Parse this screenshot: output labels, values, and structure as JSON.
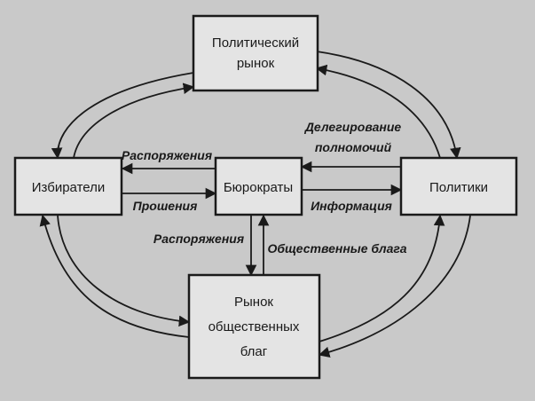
{
  "nodes": {
    "political_market": [
      "Политический",
      "рынок"
    ],
    "voters": [
      "Избиратели"
    ],
    "bureaucrats": [
      "Бюрократы"
    ],
    "politicians": [
      "Политики"
    ],
    "public_goods_market": [
      "Рынок",
      "общественных",
      "благ"
    ]
  },
  "edges": {
    "delegation": [
      "Делегирование",
      "полномочий"
    ],
    "orders_top": "Распоряжения",
    "requests": "Прошения",
    "information": "Информация",
    "orders_bottom": "Распоряжения",
    "public_goods": "Общественные блага"
  },
  "colors": {
    "background": "#c9c9c9",
    "box_fill": "#e4e4e4",
    "ink": "#1a1a1a"
  }
}
